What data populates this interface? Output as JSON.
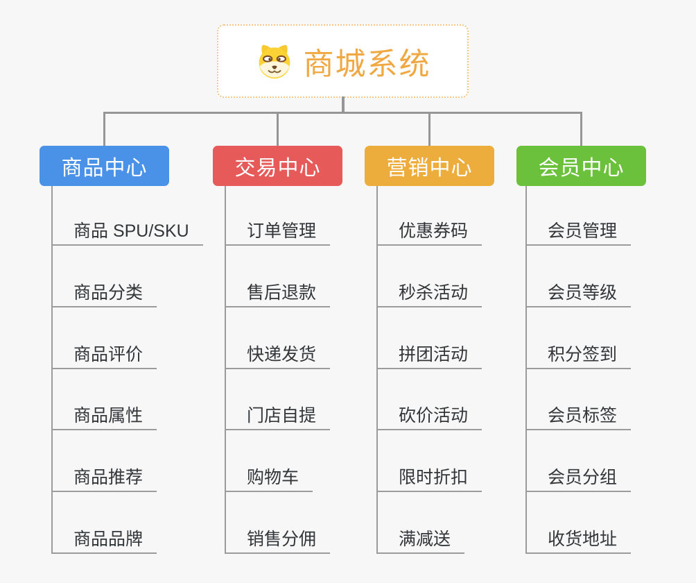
{
  "root": {
    "title": "商城系统",
    "icon": "doge-icon",
    "title_color": "#F0A843",
    "border_color": "#F2C786",
    "background": "#FFFFFF"
  },
  "connector_color": "#969696",
  "leaf_line_color": "#9B9B9B",
  "canvas_background": "#F7F7F7",
  "branches": [
    {
      "label": "商品中心",
      "color": "#4A91E8",
      "children": [
        "商品 SPU/SKU",
        "商品分类",
        "商品评价",
        "商品属性",
        "商品推荐",
        "商品品牌"
      ]
    },
    {
      "label": "交易中心",
      "color": "#E65A5A",
      "children": [
        "订单管理",
        "售后退款",
        "快递发货",
        "门店自提",
        "购物车",
        "销售分佣"
      ]
    },
    {
      "label": "营销中心",
      "color": "#EDAD3D",
      "children": [
        "优惠券码",
        "秒杀活动",
        "拼团活动",
        "砍价活动",
        "限时折扣",
        "满减送"
      ]
    },
    {
      "label": "会员中心",
      "color": "#6CC13C",
      "children": [
        "会员管理",
        "会员等级",
        "积分签到",
        "会员标签",
        "会员分组",
        "收货地址"
      ]
    }
  ]
}
